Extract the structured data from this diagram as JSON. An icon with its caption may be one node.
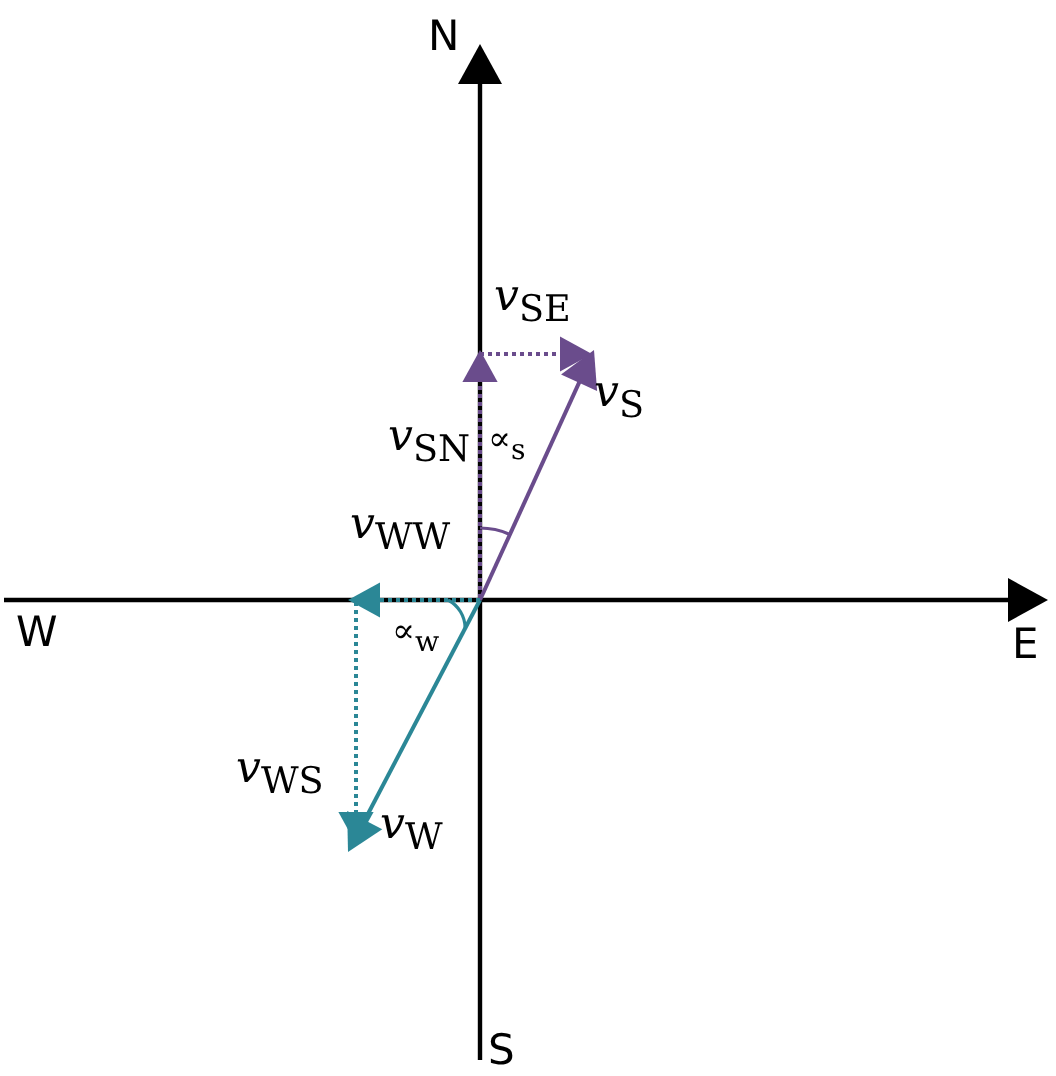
{
  "diagram": {
    "labels": [
      "N",
      "*v*$_{SE}$",
      "*v*$_{S}$",
      "*v*$_{SN}$",
      "∝$_{s}$",
      "*v*$_{WW}$",
      "W",
      "E",
      "∝$_{w}$",
      "*v*$_{WS}$",
      "*v*$_{W}$",
      "S"
    ]
  }
}
